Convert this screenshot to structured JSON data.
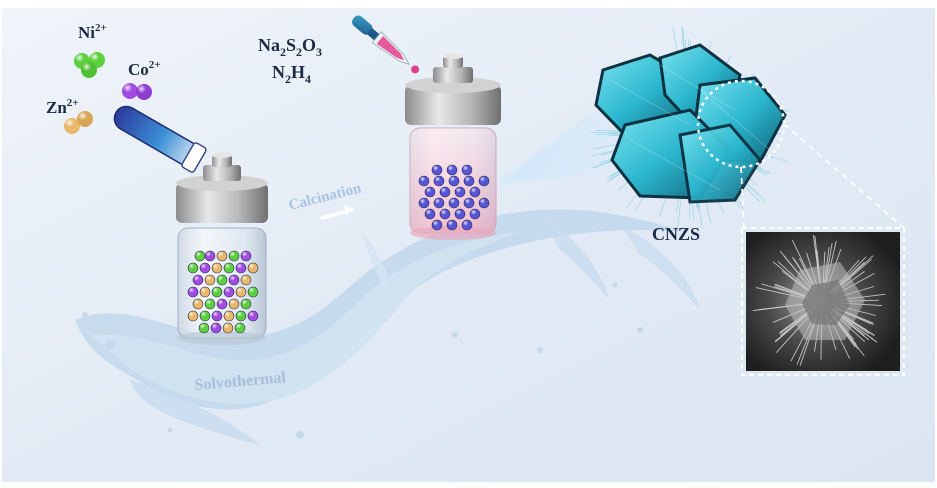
{
  "ions": [
    {
      "base": "Ni",
      "sup": "2+",
      "color": "#5ccf3f"
    },
    {
      "base": "Co",
      "sup": "2+",
      "color": "#a14be0"
    },
    {
      "base": "Zn",
      "sup": "2+",
      "color": "#e8b76a"
    }
  ],
  "reagents": {
    "line1": {
      "p1": "Na",
      "s1": "2",
      "p2": "S",
      "s2": "2",
      "p3": "O",
      "s3": "3"
    },
    "line2": {
      "p1": "N",
      "s1": "2",
      "p2": "H",
      "s2": "4"
    }
  },
  "steps": {
    "solvothermal": "Solvothermal",
    "calcination": "Calcination"
  },
  "product": {
    "name": "CNZS",
    "color": "#2bb7cf"
  },
  "colors": {
    "background": "#dfe9f4",
    "water": "#a9c7e3",
    "solution_pink": "#f6b7c8",
    "particle_blue": "#5555d6",
    "arrow": "#ffffff"
  },
  "sem_image": {
    "icon": "sem-micrograph-icon"
  }
}
